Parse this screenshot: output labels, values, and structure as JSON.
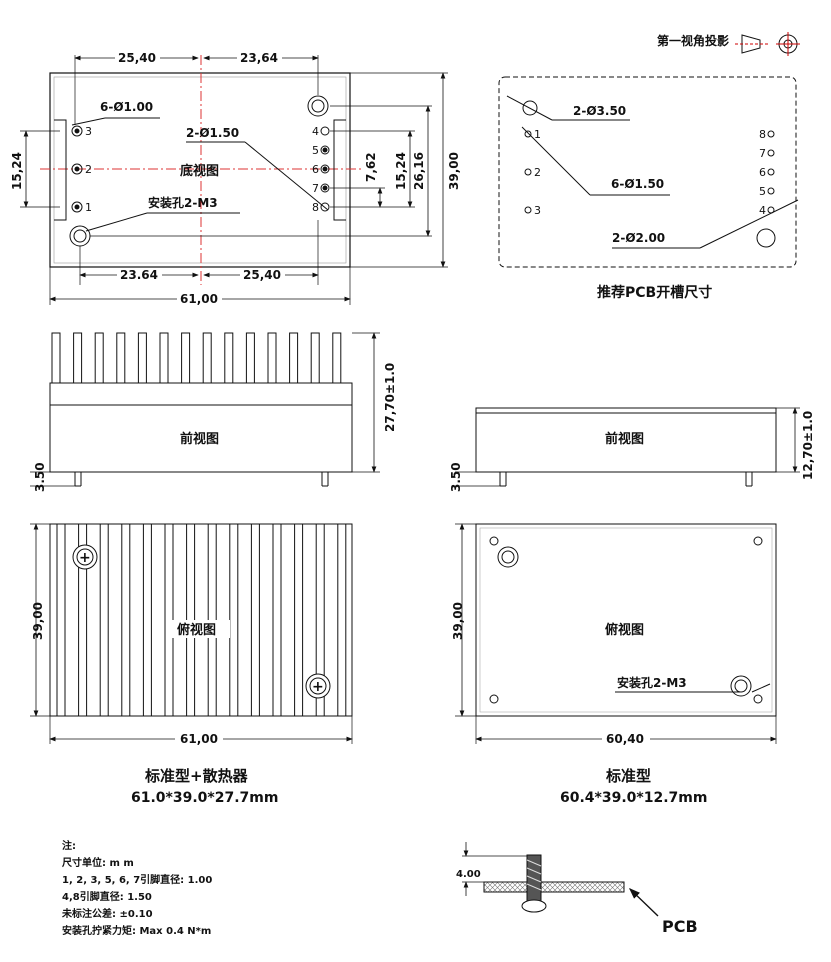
{
  "header": {
    "projection_label": "第一视角投影"
  },
  "bottom_view": {
    "title": "底视图",
    "dim_top_left": "25,40",
    "dim_top_right": "23,64",
    "dim_bottom_left": "23.64",
    "dim_bottom_right": "25,40",
    "dim_width": "61,00",
    "dim_height": "39,00",
    "dim_left_pins": "15,24",
    "dim_right_pins": "15,24",
    "dim_right_762": "7,62",
    "dim_right_2616": "26,16",
    "label_six_pins": "6-Ø1.00",
    "label_two_pins": "2-Ø1.50",
    "label_mount": "安装孔2-M3",
    "left_pin_numbers": [
      "3",
      "2",
      "1"
    ],
    "right_pin_numbers": [
      "4",
      "5",
      "6",
      "7",
      "8"
    ]
  },
  "pcb_layout": {
    "caption": "推荐PCB开槽尺寸",
    "label_350": "2-Ø3.50",
    "label_150": "6-Ø1.50",
    "label_200": "2-Ø2.00",
    "left_pin_numbers": [
      "1",
      "2",
      "3"
    ],
    "right_pin_numbers": [
      "8",
      "7",
      "6",
      "5",
      "4"
    ]
  },
  "front_view_heatsink": {
    "title": "前视图",
    "dim_height": "27,70±1.0",
    "dim_pin": "3.50"
  },
  "front_view_standard": {
    "title": "前视图",
    "dim_height": "12,70±1.0",
    "dim_pin": "3.50"
  },
  "top_view_heatsink": {
    "title": "俯视图",
    "dim_height": "39,00",
    "dim_width": "61,00"
  },
  "top_view_standard": {
    "title": "俯视图",
    "dim_height": "39,00",
    "dim_width": "60,40",
    "label_mount": "安装孔2-M3"
  },
  "captions": {
    "heatsink_name": "标准型+散热器",
    "heatsink_size": "61.0*39.0*27.7mm",
    "standard_name": "标准型",
    "standard_size": "60.4*39.0*12.7mm"
  },
  "notes": {
    "title": "注:",
    "lines": [
      "尺寸单位: m m",
      "1, 2, 3, 5, 6, 7引脚直径: 1.00",
      "4,8引脚直径: 1.50",
      "未标注公差: ±0.10",
      "安装孔拧紧力矩: Max 0.4 N*m"
    ]
  },
  "mount_detail": {
    "dim": "4.00",
    "label": "PCB"
  }
}
